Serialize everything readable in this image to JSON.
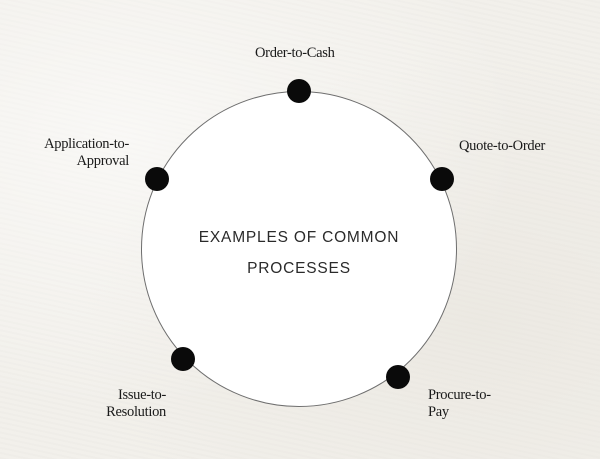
{
  "diagram": {
    "center_title_line1": "EXAMPLES OF COMMON",
    "center_title_line2": "PROCESSES",
    "nodes": [
      {
        "id": "order-to-cash",
        "line1": "Order-to-Cash",
        "line2": ""
      },
      {
        "id": "quote-to-order",
        "line1": "Quote-to-Order",
        "line2": ""
      },
      {
        "id": "procure-to-pay",
        "line1": "Procure-to-",
        "line2": "Pay"
      },
      {
        "id": "issue-to-resolution",
        "line1": "Issue-to-",
        "line2": "Resolution"
      },
      {
        "id": "application-to-approval",
        "line1": "Application-to-",
        "line2": "Approval"
      }
    ]
  },
  "colors": {
    "background": "#f2f0eb",
    "circle_fill": "#ffffff",
    "circle_stroke": "#6e6e6e",
    "dot": "#0a0a0a",
    "text": "#1a1a1a"
  }
}
